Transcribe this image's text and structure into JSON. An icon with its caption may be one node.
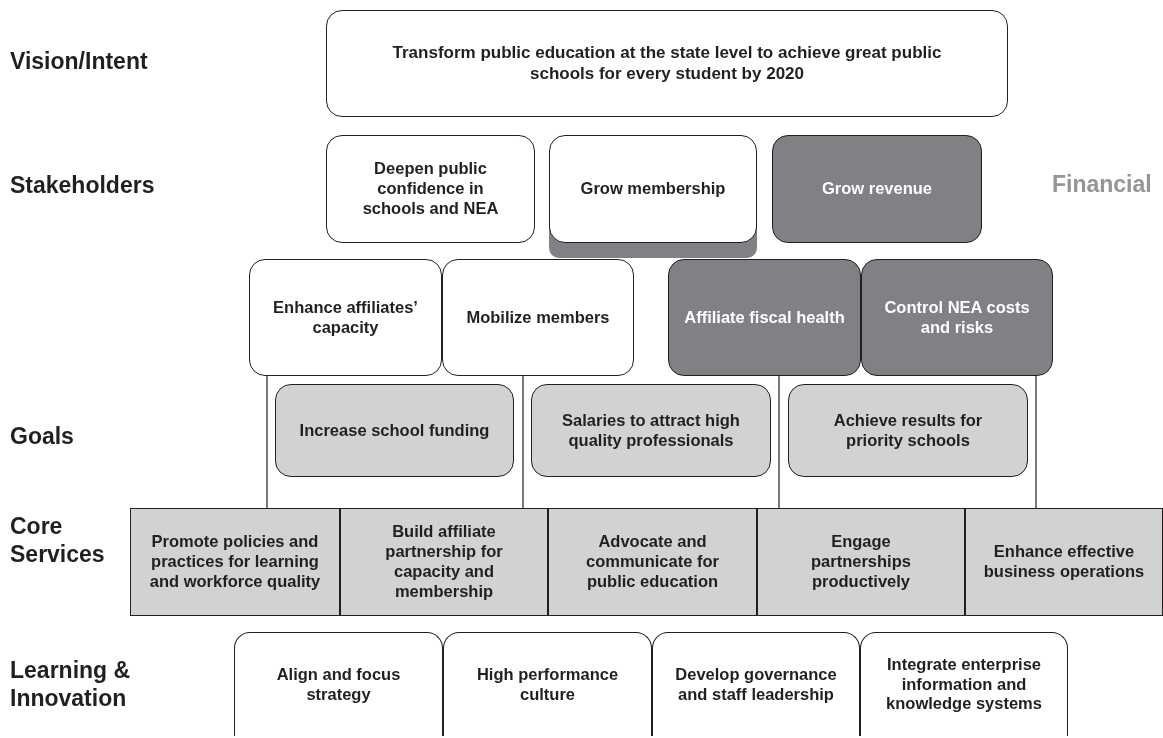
{
  "diagram": {
    "nodes": [
      {
        "text": [
          "Transform public education at the state level to achieve great public schools for every student by 2020"
        ]
      },
      {
        "text": [
          "Deepen public confidence in schools and NEA"
        ]
      },
      {
        "text": [
          "Grow membership"
        ]
      },
      {
        "text": [
          "Grow revenue"
        ]
      },
      {
        "text": [
          "Enhance affiliates’ capacity"
        ]
      },
      {
        "text": [
          "Mobilize members"
        ]
      },
      {
        "text": [
          "Affiliate fiscal health"
        ]
      },
      {
        "text": [
          "Control NEA costs and risks"
        ]
      },
      {
        "text": [
          "Increase school funding"
        ]
      },
      {
        "text": [
          "Salaries to attract high quality professionals"
        ]
      },
      {
        "text": [
          "Achieve results for priority schools"
        ]
      },
      {
        "text": [
          "Promote policies and practices for learning and workforce quality"
        ]
      },
      {
        "text": [
          "Build affiliate partnership for capacity and membership"
        ]
      },
      {
        "text": [
          "Advocate and communicate for public education"
        ]
      },
      {
        "text": [
          "Engage partnerships productively"
        ]
      },
      {
        "text": [
          "Enhance effective business operations"
        ]
      },
      {
        "text": [
          "Align and focus strategy"
        ]
      },
      {
        "text": [
          "High performance culture"
        ]
      },
      {
        "text": [
          "Develop governance and staff leadership"
        ]
      },
      {
        "text": [
          "Integrate enterprise information and knowledge systems"
        ]
      }
    ],
    "edges": [
      {
        "from": 4,
        "to": 11,
        "arrow": "none"
      },
      {
        "from": 5,
        "to": 12,
        "arrow": "none"
      },
      {
        "from": 6,
        "to": 14,
        "arrow": "none"
      },
      {
        "from": 7,
        "to": 15,
        "arrow": "none"
      }
    ],
    "labels": [
      "Vision/Intent",
      "Stakeholders",
      "Financial",
      "Goals",
      "Core Services",
      "Learning & Innovation"
    ]
  }
}
